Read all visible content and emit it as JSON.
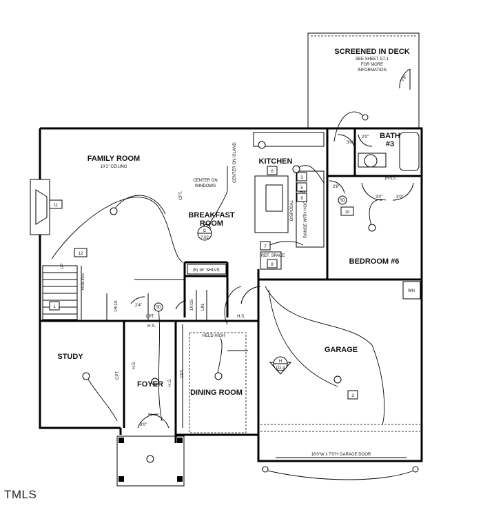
{
  "rooms": {
    "screened_deck": "SCREENED IN DECK",
    "screened_deck_note_1": "SEE SHEET D7.1",
    "screened_deck_note_2": "FOR MORE",
    "screened_deck_note_3": "INFORMATION",
    "family_room": "FAMILY ROOM",
    "family_room_ceiling": "10'1\" CEILING",
    "kitchen": "KITCHEN",
    "bath": "BATH",
    "bath_number": "#3",
    "breakfast_1": "BREAKFAST",
    "breakfast_2": "ROOM",
    "bedroom": "BEDROOM #6",
    "study": "STUDY",
    "foyer": "FOYER",
    "dining": "DINING ROOM",
    "garage": "GARAGE"
  },
  "notes": {
    "center_windows_1": "CENTER ON",
    "center_windows_2": "WINDOWS",
    "center_island": "CENTER ON ISLAND",
    "shelves": "(5) 16\" SHLVS.",
    "ref_space": "REF. SPACE",
    "range_hood": "RANGE WITH HOOD",
    "disposal": "DISPOSAL",
    "held_high": "HELD HIGH",
    "garage_door": "16'0\"W x 7'0\"H GARAGE DOOR",
    "railing": "RAILING",
    "up": "UP",
    "wh": "WH",
    "hs": "H.S.",
    "cpt": "CPT.",
    "dw": "DW",
    "lin": "LIN.",
    "sd": "SD",
    "rs1": "1R/1S"
  },
  "tags": {
    "c": "C",
    "c_ref": "7.02",
    "h": "H",
    "h_ref": "D2.4"
  },
  "keys": [
    "1",
    "2",
    "3",
    "5",
    "6",
    "7",
    "8",
    "9",
    "10",
    "11",
    "12"
  ],
  "door_widths": {
    "d29a": "2'9\"",
    "d30a": "3'0\"",
    "d28": "2'8\"",
    "d20": "2'0\"",
    "d30b": "3'0\"",
    "d30c": "3'0\"",
    "d24": "2'4\"",
    "d30d": "3'0\""
  },
  "watermark": "TMLS"
}
